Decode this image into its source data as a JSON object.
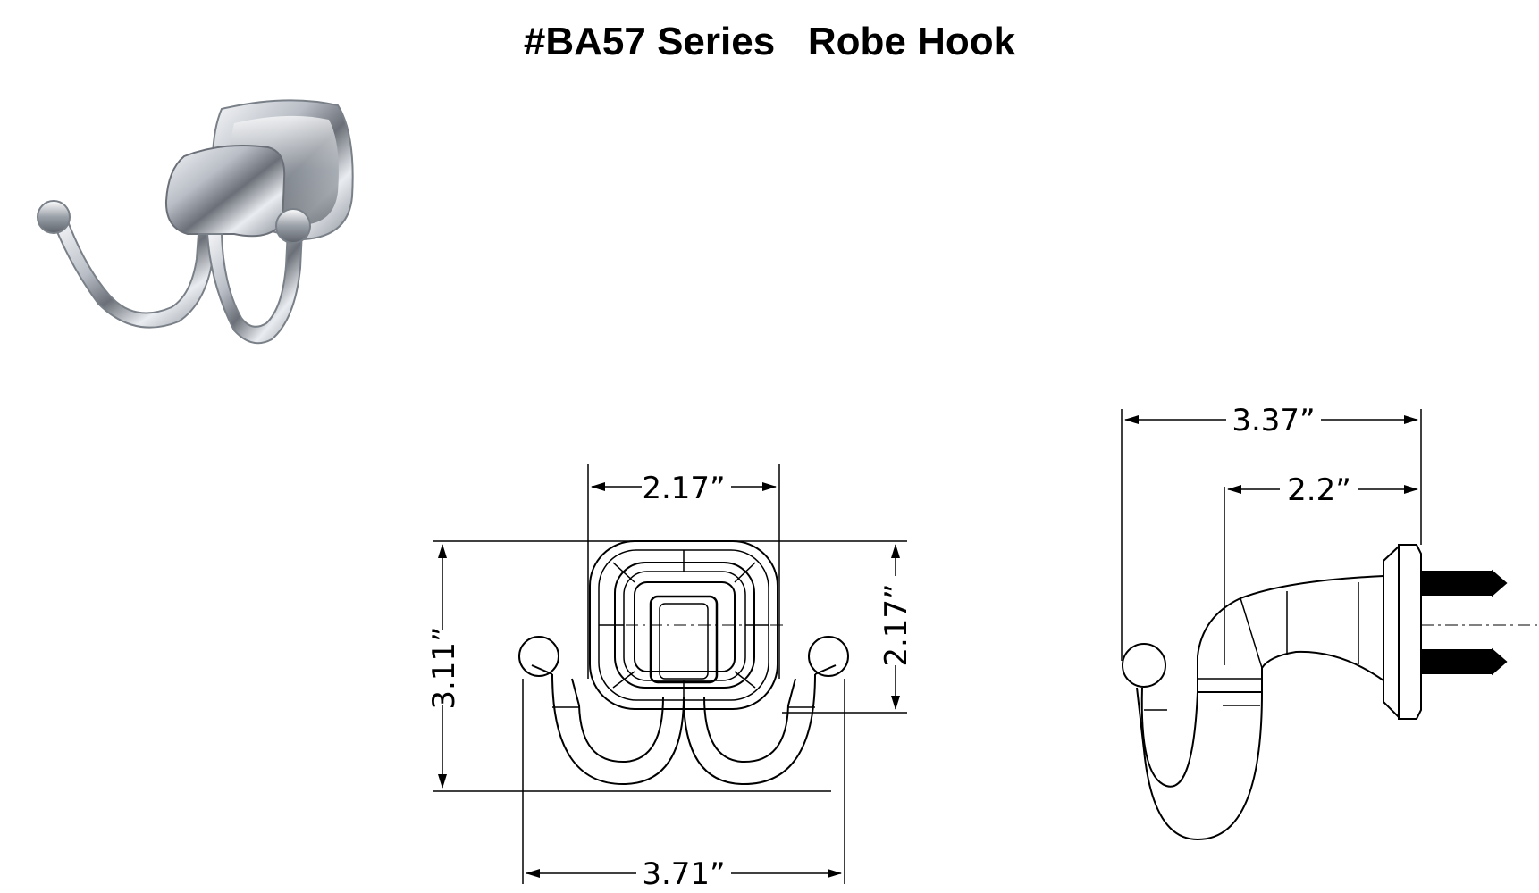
{
  "title": "#BA57 Series   Robe Hook",
  "dimensions": {
    "front_plate_width": "2.17”",
    "front_plate_height": "2.17”",
    "front_total_height": "3.11”",
    "front_total_width": "3.71”",
    "side_total_depth": "3.37”",
    "side_projection": "2.2”"
  },
  "colors": {
    "line": "#000000",
    "chrome_light": "#f2f4f7",
    "chrome_dark": "#6b7078"
  }
}
